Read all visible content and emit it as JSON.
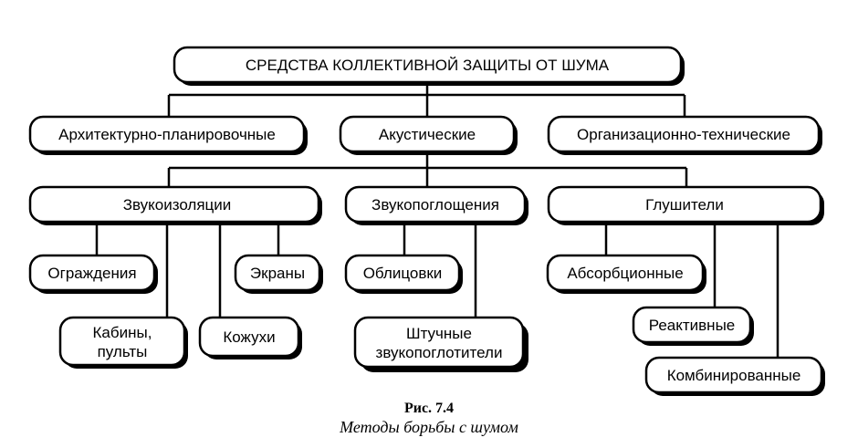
{
  "diagram": {
    "root": "СРЕДСТВА КОЛЛЕКТИВНОЙ ЗАЩИТЫ ОТ ШУМА",
    "level1": {
      "architectural": "Архитектурно-планировочные",
      "acoustic": "Акустические",
      "organizational": "Организационно-технические"
    },
    "level2": {
      "sound_insulation": "Звукоизоляции",
      "sound_absorption": "Звукопоглощения",
      "silencers": "Глушители"
    },
    "insulation_items": {
      "barriers": "Ограждения",
      "screens": "Экраны",
      "cabins_line1": "Кабины,",
      "cabins_line2": "пульты",
      "casings": "Кожухи"
    },
    "absorption_items": {
      "facings": "Облицовки",
      "piece_line1": "Штучные",
      "piece_line2": "звукопоглотители"
    },
    "silencer_items": {
      "absorption": "Абсорбционные",
      "reactive": "Реактивные",
      "combined": "Комбинированные"
    }
  },
  "caption": {
    "number": "Рис. 7.4",
    "title": "Методы борьбы с шумом"
  }
}
